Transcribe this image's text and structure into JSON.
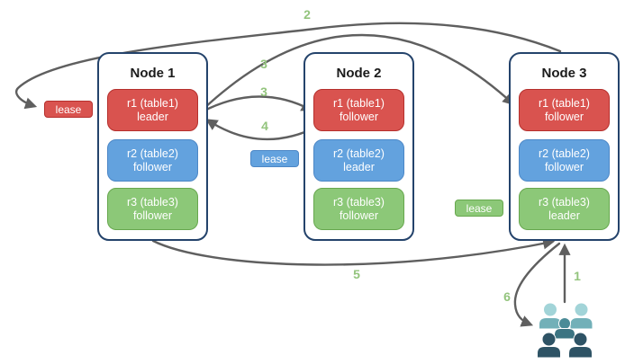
{
  "diagram": {
    "nodes": [
      {
        "title": "Node 1",
        "replicas": [
          {
            "label": "r1 (table1)",
            "role": "leader",
            "color": "red"
          },
          {
            "label": "r2 (table2)",
            "role": "follower",
            "color": "blue"
          },
          {
            "label": "r3 (table3)",
            "role": "follower",
            "color": "green"
          }
        ]
      },
      {
        "title": "Node 2",
        "replicas": [
          {
            "label": "r1 (table1)",
            "role": "follower",
            "color": "red"
          },
          {
            "label": "r2 (table2)",
            "role": "leader",
            "color": "blue"
          },
          {
            "label": "r3 (table3)",
            "role": "follower",
            "color": "green"
          }
        ]
      },
      {
        "title": "Node 3",
        "replicas": [
          {
            "label": "r1 (table1)",
            "role": "follower",
            "color": "red"
          },
          {
            "label": "r2 (table2)",
            "role": "follower",
            "color": "blue"
          },
          {
            "label": "r3 (table3)",
            "role": "leader",
            "color": "green"
          }
        ]
      }
    ],
    "lease_badges": [
      {
        "label": "lease",
        "color": "red"
      },
      {
        "label": "lease",
        "color": "blue"
      },
      {
        "label": "lease",
        "color": "green"
      }
    ],
    "steps": {
      "s1": "1",
      "s2": "2",
      "s3a": "3",
      "s3b": "3",
      "s4": "4",
      "s5": "5",
      "s6": "6"
    }
  },
  "colors": {
    "red_fill": "#d9534f",
    "red_border": "#b5302d",
    "blue_fill": "#63a2de",
    "blue_border": "#4c87c6",
    "green_fill": "#8cc878",
    "green_border": "#67a74e",
    "node_border": "#24436b",
    "arrow": "#5f5f5f",
    "step_label": "#93c47d",
    "user_light": "#a2d4d8",
    "user_mid": "#72b0b8",
    "user_teal": "#4b8b97",
    "user_teal_dark": "#3c7482",
    "user_dark": "#2e5365"
  }
}
